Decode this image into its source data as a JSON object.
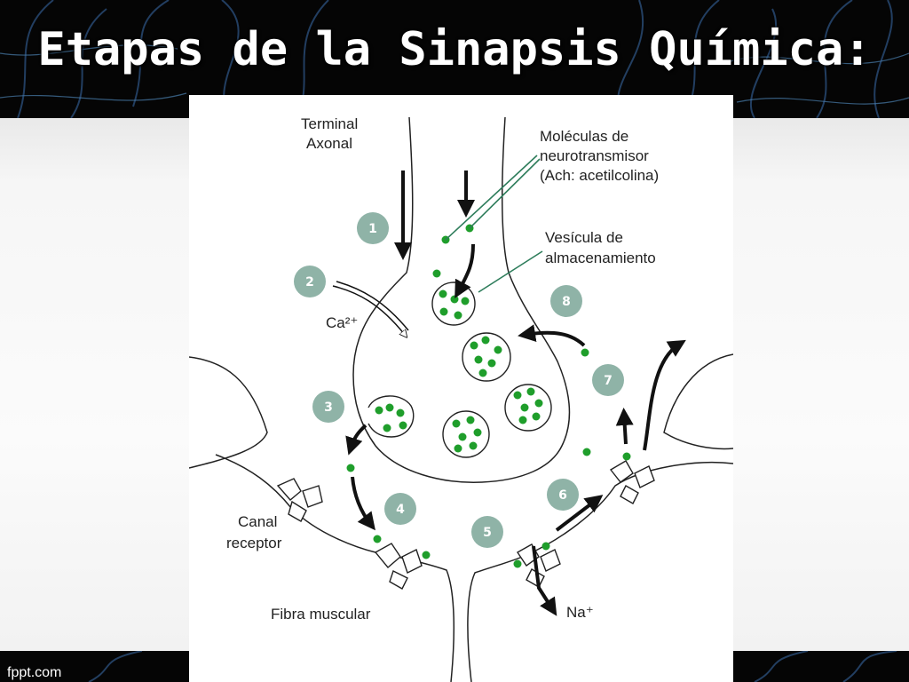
{
  "slide": {
    "title": "Etapas de la Sinapsis Química:",
    "footer_brand": "fppt.com"
  },
  "diagram": {
    "labels": {
      "terminal_line1": "Terminal",
      "terminal_line2": "Axonal",
      "molecules_line1": "Moléculas de",
      "molecules_line2": "neurotransmisor",
      "molecules_line3": "(Ach: acetilcolina)",
      "vesicle_line1": "Vesícula de",
      "vesicle_line2": "almacenamiento",
      "calcium": "Ca²⁺",
      "channel_line1": "Canal",
      "channel_line2": "receptor",
      "muscle_fiber": "Fibra muscular",
      "sodium": "Na⁺"
    },
    "steps": [
      "1",
      "2",
      "3",
      "4",
      "5",
      "6",
      "7",
      "8"
    ]
  },
  "colors": {
    "header_bg": "#050505",
    "step_badge": "#8fb3a7",
    "neurotransmitter": "#1f9e2b",
    "leader_line": "#2e7d5b",
    "title_text": "#ffffff"
  }
}
